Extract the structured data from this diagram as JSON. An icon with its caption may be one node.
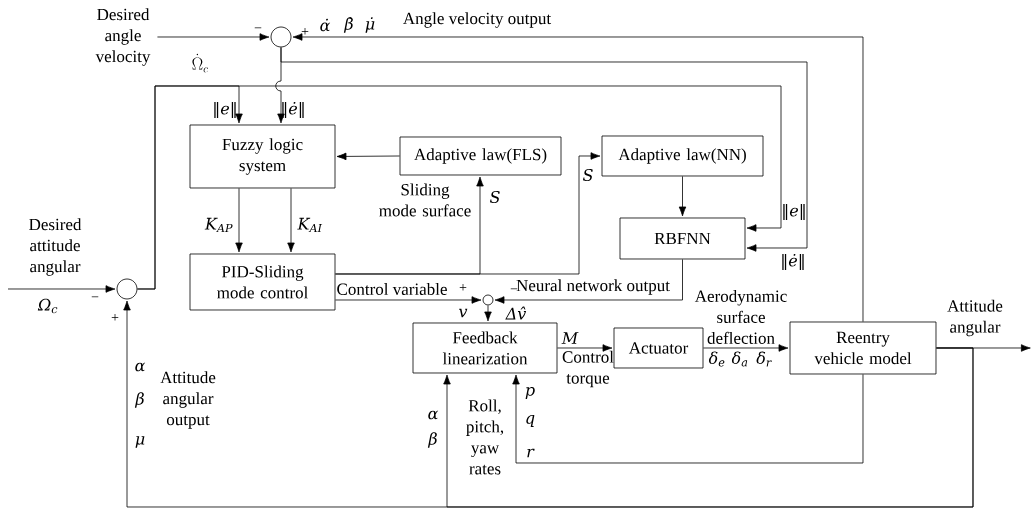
{
  "diagram": {
    "nodes": [
      {
        "text": [],
        "shape": "circle"
      },
      {
        "text": [
          "Desired angle velocity"
        ]
      },
      {
        "text": [
          "Fuzzy logic system"
        ]
      },
      {
        "text": [
          "Adaptive law(FLS)"
        ]
      },
      {
        "text": [
          "Adaptive law(NN)"
        ]
      },
      {
        "text": [
          "RBFNN"
        ]
      },
      {
        "text": [],
        "shape": "circle"
      },
      {
        "text": [
          "PID-Sliding mode control"
        ]
      },
      {
        "text": [],
        "shape": "circle"
      },
      {
        "text": [
          "Feedback linearization"
        ]
      },
      {
        "text": [
          "Actuator"
        ]
      },
      {
        "text": [
          "Reentry vehicle model"
        ]
      }
    ],
    "edges": [
      {
        "from": 1,
        "to": 0,
        "arrow": "to",
        "label": "\\dot{\\Omega}_c"
      },
      {
        "from": 11,
        "to": 0,
        "arrow": "to",
        "label": "Angle velocity output"
      },
      {
        "from": 0,
        "to": 2,
        "arrow": "to",
        "label": "‖ė‖"
      },
      {
        "from": 0,
        "to": 5,
        "arrow": "to",
        "label": "‖ė‖"
      },
      {
        "from": 6,
        "to": 2,
        "arrow": "to",
        "label": "‖e‖"
      },
      {
        "from": 6,
        "to": 5,
        "arrow": "to",
        "label": "‖e‖"
      },
      {
        "from": 2,
        "to": 7,
        "arrow": "to",
        "label": "K$_{AP}$"
      },
      {
        "from": 2,
        "to": 7,
        "arrow": "to",
        "label": "K$_{AI}$"
      },
      {
        "from": 3,
        "to": 2,
        "arrow": "to"
      },
      {
        "from": 7,
        "to": 3,
        "arrow": "to",
        "label": "S"
      },
      {
        "from": 7,
        "to": 4,
        "arrow": "to",
        "label": "S"
      },
      {
        "from": 4,
        "to": 5,
        "arrow": "to"
      },
      {
        "from": 5,
        "to": 8,
        "arrow": "to",
        "label": "Neural network output"
      },
      {
        "from": 7,
        "to": 8,
        "arrow": "to",
        "label": "Control variable"
      },
      {
        "from": 8,
        "to": 9,
        "arrow": "to",
        "label": "v"
      },
      {
        "from": 9,
        "to": 10,
        "arrow": "to",
        "label": "M"
      },
      {
        "from": 10,
        "to": 11,
        "arrow": "to",
        "label": "Aerodynamic surface deflection"
      },
      {
        "from": 11,
        "to": null,
        "arrow": "to",
        "label": "Attitude angular"
      },
      {
        "from": null,
        "to": 6,
        "arrow": "to",
        "label": "Desired attitude angular"
      },
      {
        "from": 11,
        "to": 6,
        "arrow": "to",
        "label": "Attitude angular output"
      },
      {
        "from": 11,
        "to": 9,
        "arrow": "to"
      },
      {
        "from": 11,
        "to": 9,
        "arrow": "to",
        "label": "Roll, pitch, yaw rates"
      }
    ],
    "labels": [
      "−",
      "+",
      "α̇",
      "β̇",
      "μ̇",
      "Sliding mode surface",
      "−",
      "+",
      "+",
      "−",
      "Δv̂",
      "Control torque",
      "δ$_{e}$",
      "δ$_{a}$",
      "δ$_{r}$",
      "α",
      "β",
      "μ",
      "α",
      "β",
      "p",
      "q",
      "r",
      "Ω$_{c}$"
    ]
  }
}
